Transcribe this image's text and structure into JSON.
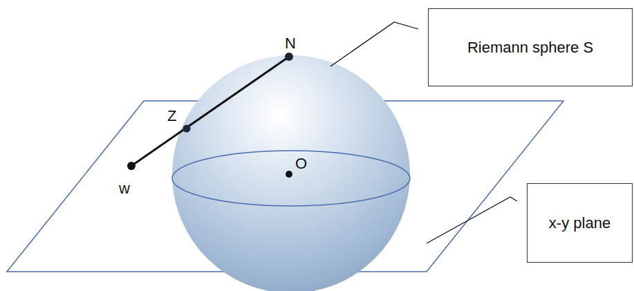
{
  "diagram": {
    "nodes": [
      {
        "text": [
          "Riemann sphere S"
        ]
      },
      {
        "text": [
          "x-y plane"
        ]
      }
    ],
    "labels": [
      "N",
      "Z",
      "w",
      "O"
    ]
  }
}
